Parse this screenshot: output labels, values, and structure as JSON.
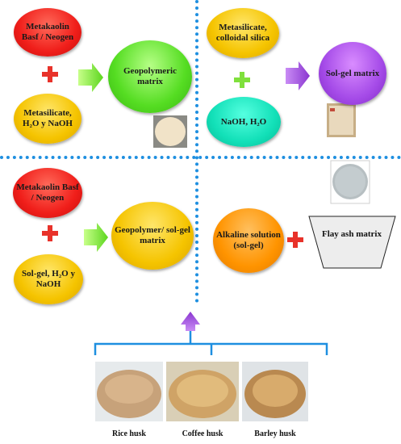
{
  "quadrant1": {
    "metakaolin": "Metakaolin Basf / Neogen",
    "metasilicate": "Metasilicate, H₂O y NaOH",
    "result": "Geopolymeric matrix"
  },
  "quadrant2": {
    "metasilicate": "Metasilicate, colloidal silica",
    "naoh": "NaOH, H₂O",
    "result": "Sol-gel matrix"
  },
  "quadrant3": {
    "metakaolin": "Metakaolin Basf / Neogen",
    "solgel": "Sol-gel, H₂O y NaOH",
    "result": "Geopolymer/ sol-gel matrix"
  },
  "quadrant4": {
    "alkaline": "Alkaline solution (sol-gel)",
    "result": "Flay ash matrix"
  },
  "husks": [
    {
      "label": "Rice husk"
    },
    {
      "label": "Coffee husk"
    },
    {
      "label": "Barley husk"
    }
  ],
  "colors": {
    "divider": "#1e8fe0",
    "red": "#f01e1a",
    "yellow": "#f5c400",
    "green": "#55dd22",
    "purple": "#a54be8",
    "orange": "#ff9400",
    "teal": "#12e0b8",
    "plus": "#e8322a",
    "bracket": "#1e8fe0"
  }
}
